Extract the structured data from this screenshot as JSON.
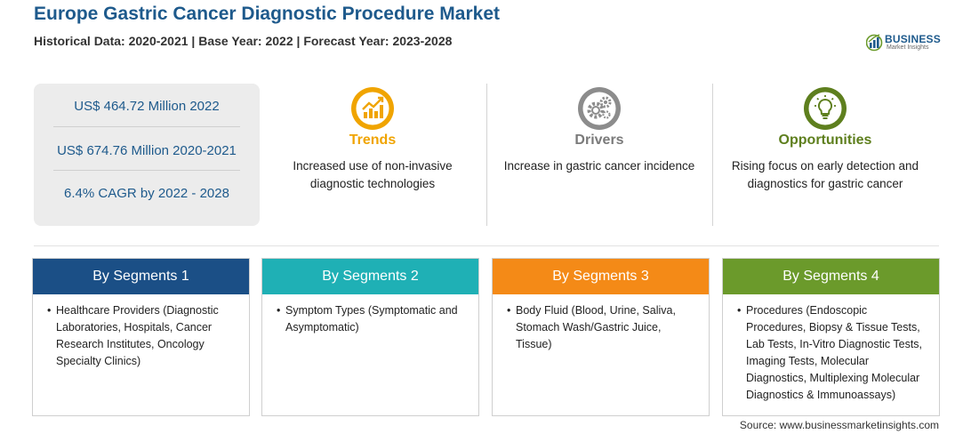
{
  "header": {
    "title": "Europe Gastric Cancer Diagnostic Procedure Market",
    "subtitle": "Historical Data: 2020-2021 | Base Year: 2022 | Forecast Year: 2023-2028"
  },
  "logo": {
    "word": "BUSINESS",
    "sub": "Market Insights"
  },
  "stats": [
    "US$ 464.72 Million 2022",
    "US$ 674.76 Million 2020-2021",
    "6.4% CAGR by 2022 - 2028"
  ],
  "features": [
    {
      "heading": "Trends",
      "description": "Increased use of non-invasive diagnostic technologies",
      "icon": "trend-chart-icon",
      "color": "#f0a400"
    },
    {
      "heading": "Drivers",
      "description": "Increase in gastric cancer incidence",
      "icon": "gears-icon",
      "color": "#7a7a7a"
    },
    {
      "heading": "Opportunities",
      "description": "Rising focus on early detection and diagnostics for gastric cancer",
      "icon": "lightbulb-icon",
      "color": "#5e7f1e"
    }
  ],
  "segments": [
    {
      "title": "By Segments 1",
      "color": "#1b4f86",
      "items": [
        "Healthcare Providers (Diagnostic Laboratories, Hospitals, Cancer Research Institutes, Oncology Specialty Clinics)"
      ]
    },
    {
      "title": "By Segments 2",
      "color": "#1fb0b5",
      "items": [
        "Symptom Types (Symptomatic and Asymptomatic)"
      ]
    },
    {
      "title": "By Segments 3",
      "color": "#f48a17",
      "items": [
        "Body Fluid (Blood, Urine, Saliva, Stomach Wash/Gastric Juice, Tissue)"
      ]
    },
    {
      "title": "By Segments 4",
      "color": "#6b9a2b",
      "items": [
        "Procedures (Endoscopic Procedures, Biopsy & Tissue Tests, Lab Tests, In-Vitro Diagnostic Tests, Imaging Tests, Molecular Diagnostics, Multiplexing Molecular Diagnostics & Immunoassays)"
      ]
    }
  ],
  "source": "Source: www.businessmarketinsights.com"
}
